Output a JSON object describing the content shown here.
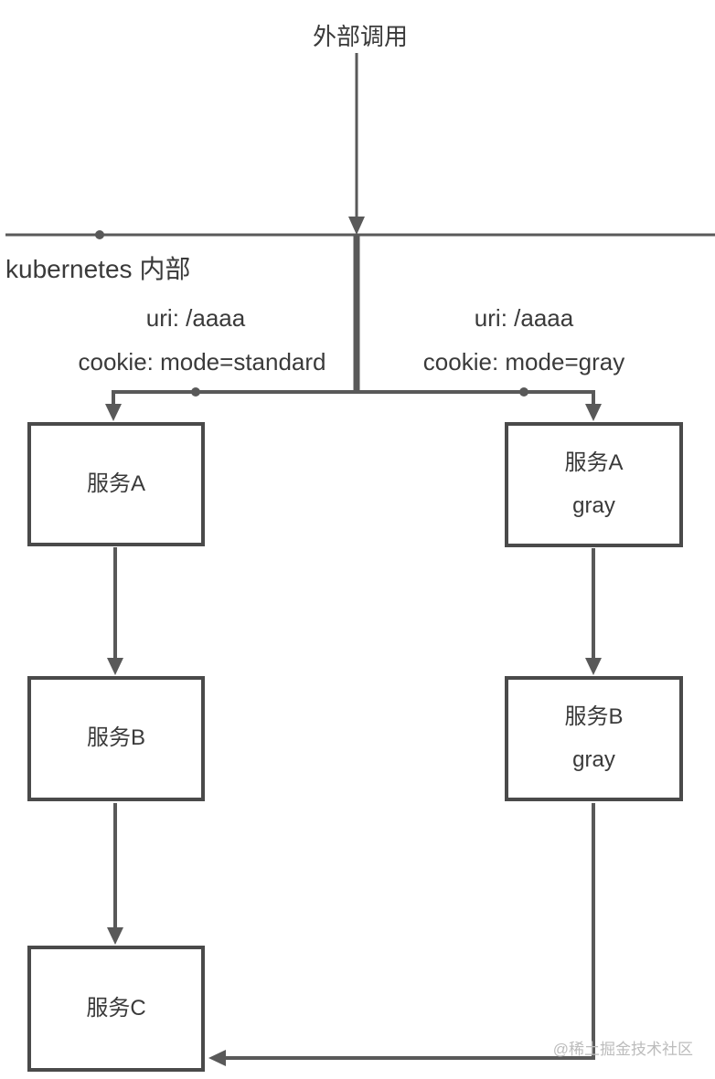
{
  "diagram": {
    "external_call_label": "外部调用",
    "boundary_label": "kubernetes 内部",
    "branches": {
      "left": {
        "uri": "uri: /aaaa",
        "cookie": "cookie: mode=standard"
      },
      "right": {
        "uri": "uri: /aaaa",
        "cookie": "cookie: mode=gray"
      }
    },
    "nodes": [
      {
        "id": "service-a",
        "label": "服务A",
        "sublabel": ""
      },
      {
        "id": "service-b",
        "label": "服务B",
        "sublabel": ""
      },
      {
        "id": "service-c",
        "label": "服务C",
        "sublabel": ""
      },
      {
        "id": "service-a-gray",
        "label": "服务A",
        "sublabel": "gray"
      },
      {
        "id": "service-b-gray",
        "label": "服务B",
        "sublabel": "gray"
      }
    ],
    "watermark": "@稀土掘金技术社区",
    "colors": {
      "line": "#595959",
      "text": "#3a3a3a",
      "box_border": "#4a4a4a",
      "watermark": "#bcbcbc",
      "background": "#ffffff"
    }
  }
}
